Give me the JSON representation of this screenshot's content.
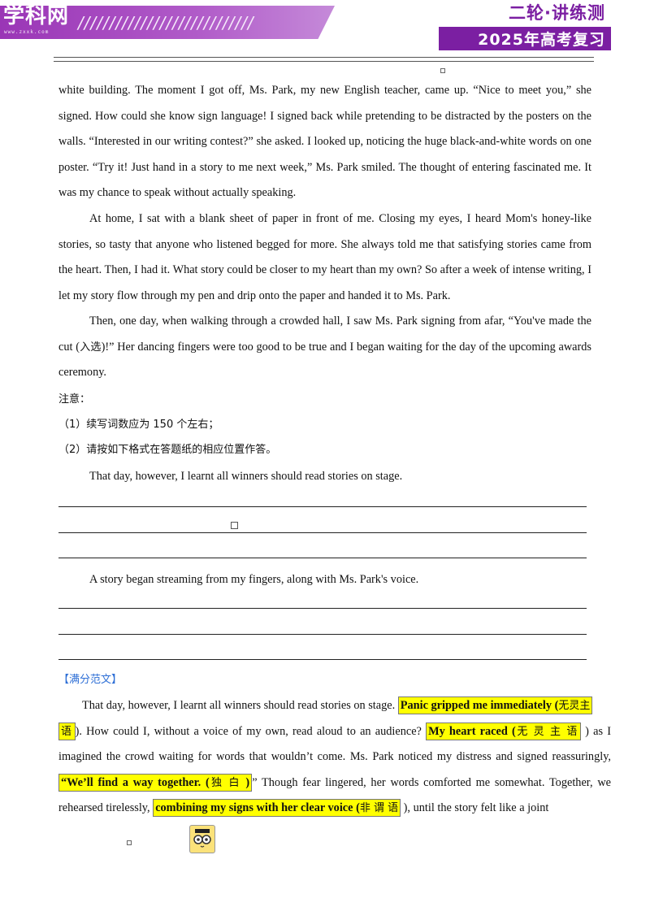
{
  "header": {
    "logo_text": "学科网",
    "logo_url": "www.zxxk.com",
    "slashes": "////////////////////////////",
    "series_title": "二轮·讲练测",
    "series_sub": "2025年高考复习"
  },
  "passage": {
    "p1": "white building. The moment I got off, Ms. Park, my new English teacher, came up. “Nice to meet you,” she signed. How could she know sign language! I signed back while pretending to be distracted by the posters on the walls. “Interested in our writing contest?” she asked. I looked up, noticing the huge black-and-white words on one poster. “Try it! Just hand in a story to me next week,” Ms. Park smiled. The thought of entering fascinated me. It was my chance to speak without actually speaking.",
    "p2": "At home, I sat with a blank sheet of paper in front of me. Closing my eyes, I heard Mom's honey-like stories, so tasty that anyone who listened begged for more. She always told me that satisfying stories came from the heart. Then, I had it. What story could be closer to my heart than my own? So after a week of intense writing, I let my story flow through my pen and drip onto the paper and handed it to Ms. Park.",
    "p3_a": "Then, one day, when walking through a crowded hall, I saw Ms. Park signing from afar, “You've made the cut (",
    "p3_cn": "入选",
    "p3_b": ")!” Her dancing fingers were too good to be true and I began waiting for the day of the upcoming awards ceremony."
  },
  "notes": {
    "heading": "注意：",
    "item1": "（1）续写词数应为  150 个左右；",
    "item2": "（2）请按如下格式在答题纸的相应位置作答。"
  },
  "prompts": {
    "first": "That day, however, I learnt all winners should read stories on stage.",
    "second": "A story began streaming from my fingers, along with Ms. Park's voice."
  },
  "sample": {
    "tag": "【满分范文】",
    "s1": "That day, however, I learnt all winners should read stories on stage. ",
    "h1_en": "Panic gripped me immediately (",
    "h1_cn": "无灵主",
    "h1_cn2": "语",
    "s2": "). How could I, without a voice of my own, read aloud to an audience? ",
    "h2_en": "My heart raced (",
    "h2_cn": "无 灵 主 语",
    "s3": " ) as I imagined the crowd waiting for words that wouldn’t come. Ms. Park noticed my distress and signed reassuringly, ",
    "h3_en": "“We’ll find a way together. (",
    "h3_cn": "独 白",
    "h3_end": " )",
    "s4": "” Though fear lingered, her words comforted me somewhat. Together, we rehearsed tirelessly, ",
    "h4_en": "combining my signs with her clear voice (",
    "h4_cn": "非 谓 语",
    "s5": " ), until the story felt like a joint"
  },
  "colors": {
    "brand_purple": "#7b1fa2",
    "highlight": "#ffff00",
    "tag_blue": "#2e6fd6"
  }
}
